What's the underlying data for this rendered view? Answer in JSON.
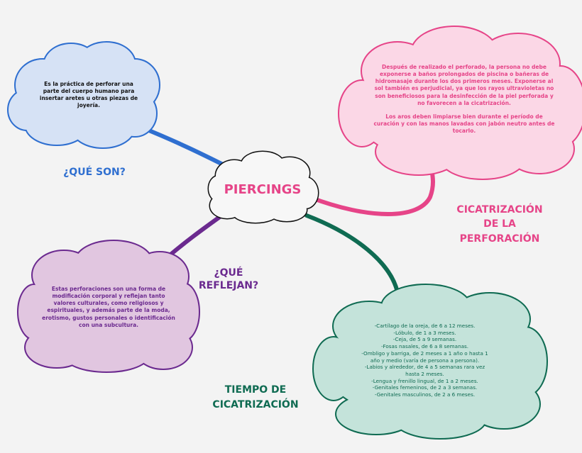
{
  "center": {
    "title": "PIERCINGS",
    "color": "#e64488"
  },
  "branches": {
    "que_son": {
      "label": "¿QUÉ SON?",
      "color": "#2f6fd0",
      "text": "Es la práctica de perforar una parte del cuerpo humano para insertar aretes u otras piezas de joyería."
    },
    "reflejan": {
      "label_lines": [
        "¿QUÉ",
        "REFLEJAN?"
      ],
      "color": "#6b2a8f",
      "text": "Estas perforaciones son una forma de modificación corporal y reflejan tanto valores culturales, como religiosos y espirituales, y además parte de la moda, erotismo, gustos personales o identificación con una subcultura."
    },
    "cicatrizacion": {
      "label_lines": [
        "CICATRIZACIÓN",
        "DE LA",
        "PERFORACIÓN"
      ],
      "color": "#e64488",
      "paragraphs": [
        "Después de realizado el perforado, la persona no debe exponerse a baños prolongados de piscina o bañeras de hidromasaje durante los dos primeros meses. Exponerse al sol también es perjudicial, ya que los rayos ultravioletas no son beneficiosos para la desinfección de la piel perforada y no favorecen a la cicatrización.",
        "Los aros deben limpiarse bien durante el período de curación y con las manos lavadas con jabón neutro antes de tocarlo."
      ]
    },
    "tiempo": {
      "label_lines": [
        "TIEMPO DE",
        "CICATRIZACIÓN"
      ],
      "color": "#0f6b52",
      "items": [
        "-Cartílago de la oreja, de 6 a 12 meses.",
        "-Lóbulo, de 1 a 3 meses.",
        "-Ceja, de 5 a 9 semanas.",
        "-Fosas nasales, de 6 a 8 semanas.",
        "-Ombligo y barriga, de 2 meses a 1 año o hasta 1 año y medio (varía de persona a persona).",
        "-Labios y alrededor, de 4 a 5 semanas rara vez hasta 2 meses.",
        "-Lengua y frenillo lingual, de 1 a 2 meses.",
        "-Genitales femeninos, de 2 a 3 semanas.",
        "-Genitales masculinos, de 2 a 6 meses."
      ]
    }
  }
}
